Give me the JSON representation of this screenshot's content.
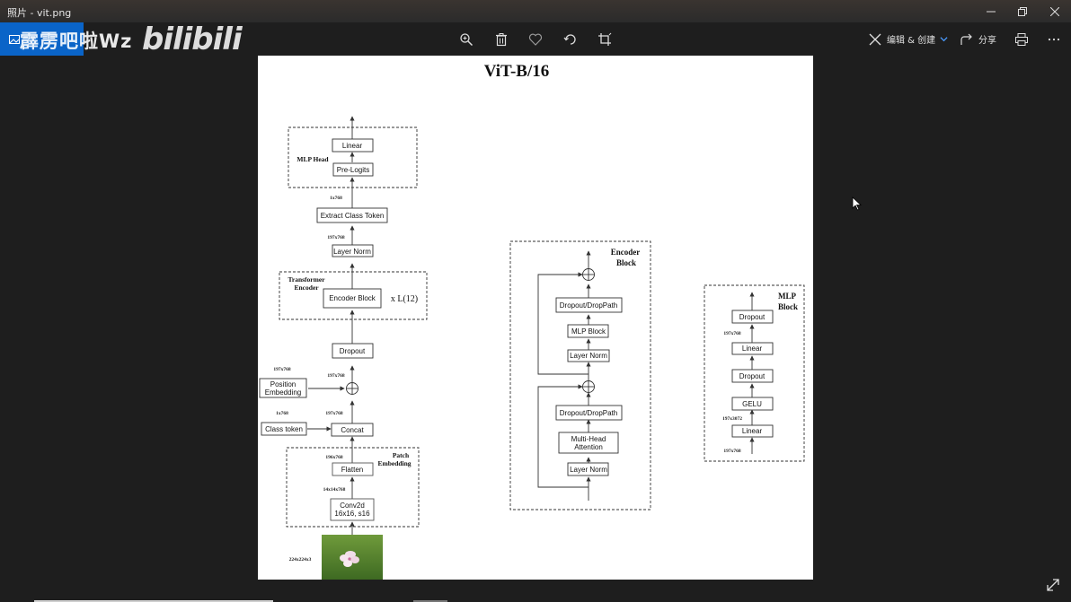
{
  "window": {
    "title": "照片 - vit.png"
  },
  "toolbar": {
    "edit_label": "编辑 & 创建",
    "share_label": "分享"
  },
  "watermark": {
    "channel": "霹雳吧啦Wz",
    "brand": "bilibili"
  },
  "diagram": {
    "title": "ViT-B/16",
    "main": {
      "linear": "Linear",
      "pre_logits": "Pre-Logits",
      "mlp_head": "MLP Head",
      "extract_class_token": "Extract Class Token",
      "layer_norm": "Layer Norm",
      "transformer_encoder_1": "Transformer",
      "transformer_encoder_2": "Encoder",
      "encoder_block": "Encoder Block",
      "repeat": "x L(12)",
      "dropout": "Dropout",
      "position_embedding_1": "Position",
      "position_embedding_2": "Embedding",
      "concat": "Concat",
      "class_token": "Class token",
      "flatten": "Flatten",
      "patch_embedding_1": "Patch",
      "patch_embedding_2": "Embedding",
      "conv2d_1": "Conv2d",
      "conv2d_2": "16x16, s16",
      "dim_1x768_a": "1x768",
      "dim_197x768_a": "197x768",
      "dim_197x768_b": "197x768",
      "dim_197x768_c": "197x768",
      "dim_197x768_pos": "197x768",
      "dim_1x768_b": "1x768",
      "dim_196x768": "196x768",
      "dim_14x14x768": "14x14x768",
      "dim_224": "224x224x3"
    },
    "encoder": {
      "title_1": "Encoder",
      "title_2": "Block",
      "dropout_top": "Dropout/DropPath",
      "mlp_block": "MLP Block",
      "layer_norm_top": "Layer Norm",
      "dropout_bottom": "Dropout/DropPath",
      "mha_1": "Multi-Head",
      "mha_2": "Attention",
      "layer_norm_bottom": "Layer Norm"
    },
    "mlp": {
      "title_1": "MLP",
      "title_2": "Block",
      "dropout_top": "Dropout",
      "linear_top": "Linear",
      "dropout_mid": "Dropout",
      "gelu": "GELU",
      "linear_bottom": "Linear",
      "dim_197x768_a": "197x768",
      "dim_197x3072": "197x3072",
      "dim_197x768_b": "197x768"
    }
  }
}
